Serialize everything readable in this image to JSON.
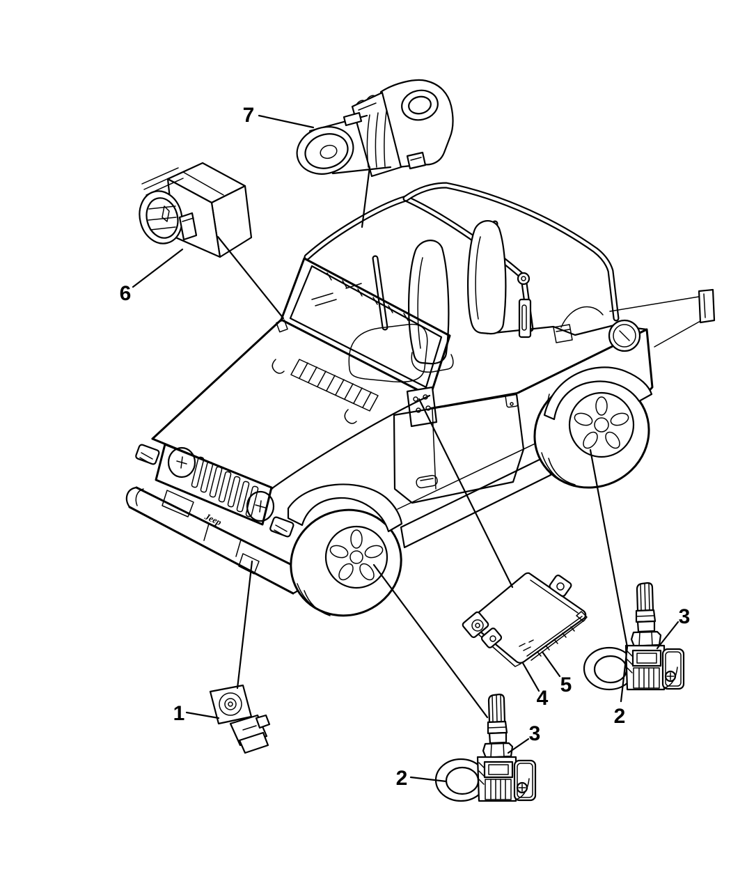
{
  "figure": {
    "type": "vehicle-parts-diagram",
    "background_color": "#ffffff",
    "line_color": "#000000",
    "vehicle": {
      "badge": "Jeep"
    },
    "callouts": [
      {
        "ref": "impact-sensor",
        "label": "7"
      },
      {
        "ref": "module-with-connector",
        "label": "6"
      },
      {
        "ref": "small-sensor-bracket",
        "label": "1"
      },
      {
        "ref": "tire-pressure-sensor-front",
        "label": "2"
      },
      {
        "ref": "valve-stem-nut-front",
        "label": "3"
      },
      {
        "ref": "receiver-module",
        "label": "4"
      },
      {
        "ref": "receiver-module-connector",
        "label": "5"
      },
      {
        "ref": "tire-pressure-sensor-rear",
        "label": "2"
      },
      {
        "ref": "valve-stem-nut-rear",
        "label": "3"
      }
    ]
  }
}
